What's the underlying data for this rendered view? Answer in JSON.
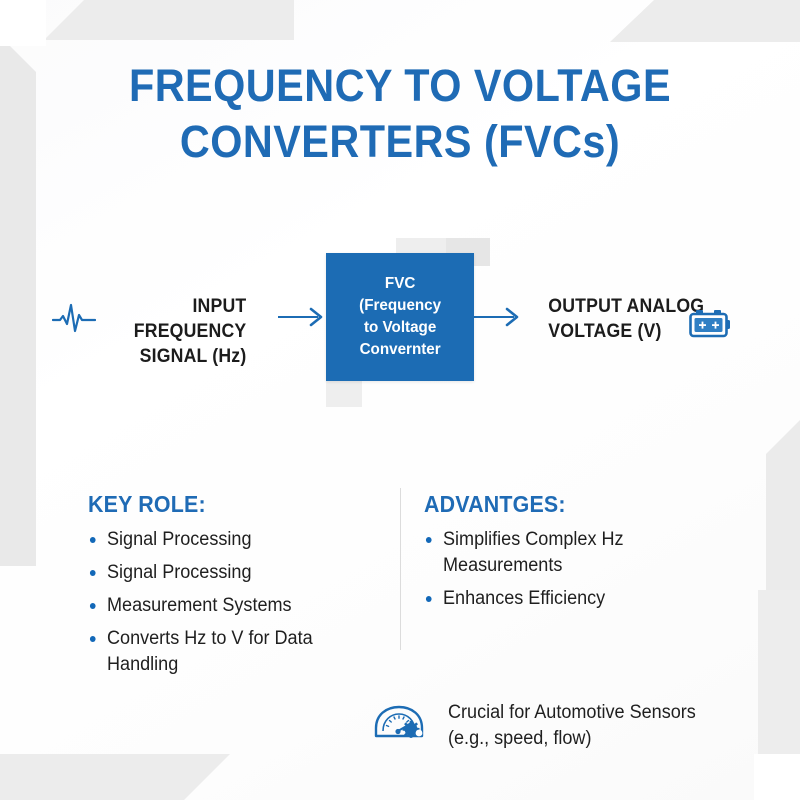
{
  "theme": {
    "brand_blue": "#1F6BB5",
    "box_blue": "#1C6CB4",
    "bullet_blue": "#1268B8",
    "text_dark": "#1f1f1f",
    "deco_gray": "#ececec",
    "background": "#ffffff"
  },
  "title": {
    "line1": "FREQUENCY TO VOLTAGE",
    "line2": "CONVERTERS (FVCs)"
  },
  "flow": {
    "input": {
      "icon": "waveform-icon",
      "line1": "INPUT FREQUENCY",
      "line2": "SIGNAL (Hz)"
    },
    "arrow_in": "arrow-right-icon",
    "box": {
      "line1": "FVC",
      "line2": "(Frequency",
      "line3": "to Voltage",
      "line4": "Convernter"
    },
    "arrow_out": "arrow-right-icon",
    "output": {
      "line1": "OUTPUT ANALOG",
      "line2": "VOLTAGE (V)",
      "icon": "car-battery-icon"
    }
  },
  "columns": {
    "left": {
      "heading": "KEY ROLE:",
      "items": [
        "Signal Processing",
        "Signal Processing",
        "Measurement Systems",
        "Converts Hz to V for Data Handling"
      ]
    },
    "right": {
      "heading": "ADVANTGES:",
      "items": [
        "Simplifies Complex Hz Measurements",
        "Enhances Efficiency"
      ]
    }
  },
  "footer": {
    "icon": "speedometer-gear-icon",
    "line1": "Crucial for Automotive Sensors",
    "line2": "(e.g., speed, flow)"
  }
}
